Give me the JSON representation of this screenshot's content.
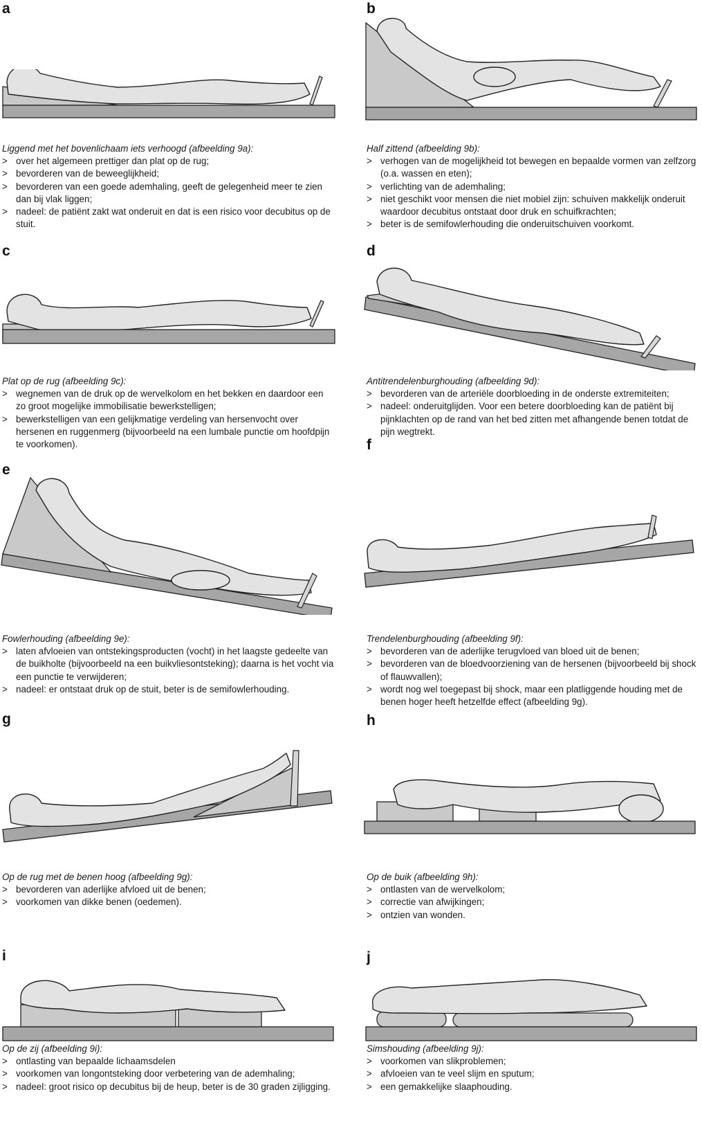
{
  "panels": [
    {
      "letter": "a",
      "title": "Liggend met het bovenlichaam iets verhoogd (afbeelding 9a):",
      "items": [
        "over het algemeen prettiger dan plat op de rug;",
        "bevorderen van de beweeglijkheid;",
        "bevorderen van een goede ademhaling, geeft de gelegenheid meer te zien dan bij vlak liggen;",
        "nadeel: de patiënt zakt wat onderuit en dat is een risico voor decubitus op de stuit."
      ]
    },
    {
      "letter": "b",
      "title": "Half zittend (afbeelding 9b):",
      "items": [
        "verhogen van de mogelijkheid tot bewegen en bepaalde vormen van zelfzorg (o.a. wassen en eten);",
        "verlichting van de ademhaling;",
        "niet geschikt voor mensen die niet mobiel zijn: schuiven makkelijk onderuit waardoor decubitus ontstaat door druk en schuifkrachten;",
        "beter is de semifowlerhouding die onderuitschuiven voorkomt."
      ]
    },
    {
      "letter": "c",
      "title": "Plat op de rug (afbeelding 9c):",
      "items": [
        "wegnemen van de druk op de wervelkolom en het bekken en daardoor een zo groot mogelijke immobilisatie bewerkstelligen;",
        "bewerkstelligen van een gelijkmatige verdeling van hersenvocht over hersenen en ruggenmerg (bijvoorbeeld na een lumbale punctie om hoofdpijn te voorkomen)."
      ]
    },
    {
      "letter": "d",
      "title": "Antitrendelenburghouding (afbeelding 9d):",
      "items": [
        "bevorderen van de arteriële doorbloeding in de onderste extremiteiten;",
        "nadeel: onderuitglijden. Voor een betere doorbloeding kan de patiënt bij pijnklachten op de rand van het bed zitten met afhangende benen totdat de pijn wegtrekt."
      ]
    },
    {
      "letter": "e",
      "title": "Fowlerhouding (afbeelding 9e):",
      "items": [
        "laten afvloeien van ontstekingsproducten (vocht) in het laagste gedeelte van de buikholte (bijvoorbeeld na een buikvliesontsteking); daarna is het vocht via een punctie te verwijderen;",
        "nadeel: er ontstaat druk op de stuit, beter is de semifowlerhouding."
      ]
    },
    {
      "letter": "f",
      "title": "Trendelenburghouding (afbeelding 9f):",
      "items": [
        "bevorderen van de aderlijke terugvloed van bloed uit de benen;",
        "bevorderen van de bloedvoorziening van de hersenen (bijvoorbeeld bij shock of flauwvallen);",
        "wordt nog wel toegepast bij shock, maar een platliggende houding met de benen hoger heeft hetzelfde effect (afbeelding 9g)."
      ]
    },
    {
      "letter": "g",
      "title": "Op de rug met de benen hoog (afbeelding 9g):",
      "items": [
        "bevorderen van aderlijke afvloed uit de benen;",
        "voorkomen van dikke benen (oedemen)."
      ]
    },
    {
      "letter": "h",
      "title": "Op de buik (afbeelding 9h):",
      "items": [
        "ontlasten van de wervelkolom;",
        "correctie van afwijkingen;",
        "ontzien van wonden."
      ]
    },
    {
      "letter": "i",
      "title": "Op de zij (afbeelding 9i):",
      "items": [
        "ontlasting van bepaalde lichaamsdelen",
        "voorkomen van longontsteking door verbetering van de ademhaling;",
        "nadeel: groot risico op decubitus bij de heup, beter is de 30 graden zijligging."
      ]
    },
    {
      "letter": "j",
      "title": "Simshouding (afbeelding 9j):",
      "items": [
        "voorkomen van slikproblemen;",
        "afvloeien van te veel slijm en sputum;",
        "een gemakkelijke slaaphouding."
      ]
    }
  ],
  "colors": {
    "bed": "#a6a6a6",
    "wedge": "#c9c9c9",
    "body": "#e3e3e3",
    "outline": "#222222"
  }
}
